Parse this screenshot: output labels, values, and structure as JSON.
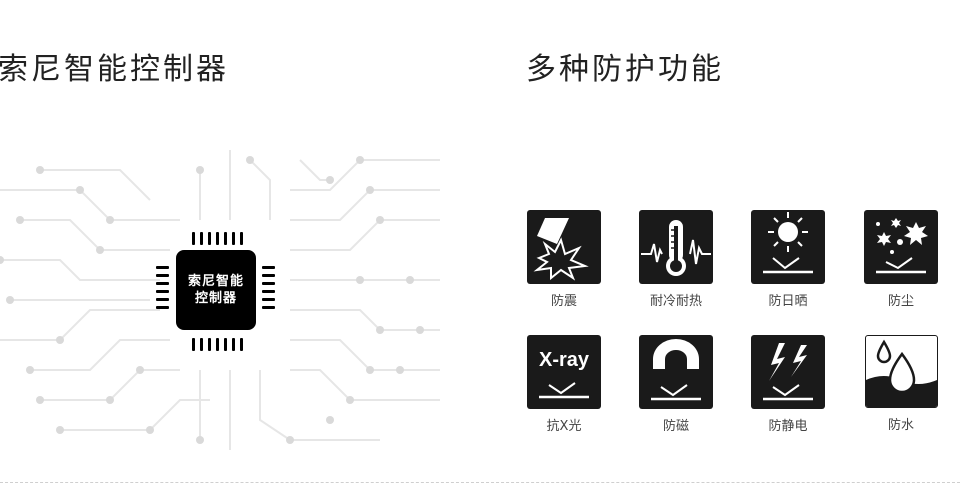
{
  "left_section": {
    "title": "索尼智能控制器",
    "chip_label_line1": "索尼智能",
    "chip_label_line2": "控制器"
  },
  "right_section": {
    "title": "多种防护功能",
    "features": [
      {
        "label": "防震",
        "icon": "shockproof-icon"
      },
      {
        "label": "耐冷耐热",
        "icon": "thermometer-icon"
      },
      {
        "label": "防日晒",
        "icon": "sun-icon"
      },
      {
        "label": "防尘",
        "icon": "dust-icon"
      },
      {
        "label": "抗X光",
        "icon": "xray-icon",
        "icon_text": "X-ray"
      },
      {
        "label": "防磁",
        "icon": "magnet-icon"
      },
      {
        "label": "防静电",
        "icon": "lightning-icon"
      },
      {
        "label": "防水",
        "icon": "water-drop-icon"
      }
    ]
  }
}
